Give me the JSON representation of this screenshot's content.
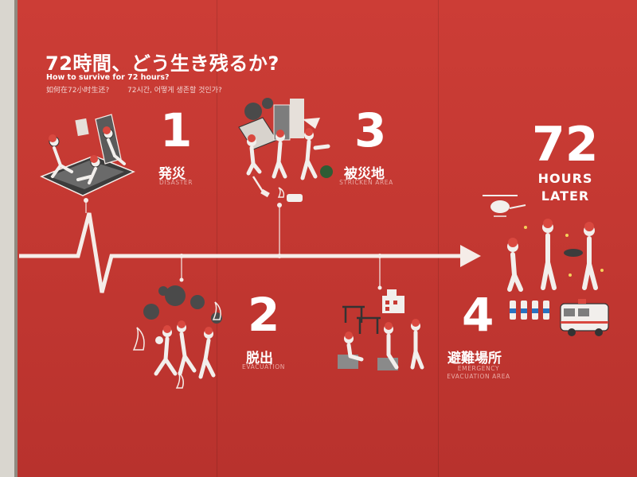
{
  "title": "72時間、どう生き残るか?",
  "subtitle_en": "How to survive for 72 hours?",
  "subtitle_zh": "如何在72小时生还?",
  "subtitle_ko": "72시간, 어떻게 생존할 것인가?",
  "steps": [
    {
      "number": "1",
      "label_jp": "発災",
      "label_en": "DISASTER"
    },
    {
      "number": "2",
      "label_jp": "脱出",
      "label_en": "EVACUATION"
    },
    {
      "number": "3",
      "label_jp": "被災地",
      "label_en": "STRICKEN AREA"
    },
    {
      "number": "4",
      "label_jp": "避難場所",
      "label_en": "EMERGENCY",
      "label_en2": "EVACUATION AREA"
    }
  ],
  "finale": {
    "number": "72",
    "line1": "HOURS",
    "line2": "LATER"
  },
  "colors": {
    "background": "#c73a33",
    "line": "#f5ece8",
    "muted_text": "#eaa9a4"
  }
}
